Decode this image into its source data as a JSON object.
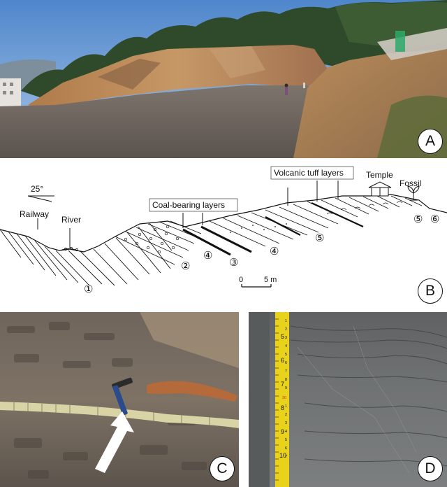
{
  "panels": {
    "a": {
      "letter": "A"
    },
    "b": {
      "letter": "B"
    },
    "c": {
      "letter": "C"
    },
    "d": {
      "letter": "D"
    }
  },
  "section": {
    "dip": "25°",
    "labels": {
      "railway": "Railway",
      "river": "River",
      "coal": "Coal-bearing layers",
      "tuff": "Volcanic tuff layers",
      "temple": "Temple",
      "fossil": "Fossil"
    },
    "layer_numbers": [
      "①",
      "②",
      "④",
      "③",
      "④",
      "⑤",
      "⑤",
      "⑥"
    ],
    "scale": {
      "start": "0",
      "end": "5 m"
    }
  },
  "ruler": {
    "cm_marks": [
      "5",
      "6",
      "7",
      "8",
      "9",
      "10"
    ],
    "mm_digits": [
      "1",
      "2",
      "3",
      "4",
      "5",
      "6",
      "7",
      "8",
      "9",
      "20",
      "1",
      "2",
      "3",
      "4",
      "5",
      "6",
      "7"
    ]
  },
  "colors": {
    "sky": "#5d8fcf",
    "tree": "#2f4a2a",
    "rock": "#9a7b5a",
    "ground": "#6d6560",
    "ruler": "#e8d21c"
  }
}
